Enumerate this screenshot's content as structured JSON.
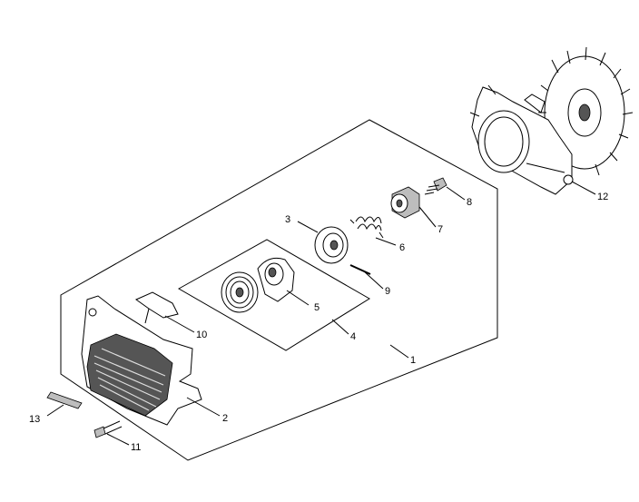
{
  "callouts": {
    "c1": "1",
    "c2": "2",
    "c3": "3",
    "c4": "4",
    "c5": "5",
    "c6": "6",
    "c7": "7",
    "c8": "8",
    "c9": "9",
    "c10": "10",
    "c11": "11",
    "c12": "12",
    "c13": "13"
  },
  "icons": [
    "starter-housing",
    "starter-grip",
    "recoil-spring-case",
    "recoil-spring",
    "rope-reel",
    "coil-spring",
    "ratchet-pawl",
    "screw",
    "rope",
    "bolt",
    "fan-cover-flywheel",
    "label-plate"
  ]
}
